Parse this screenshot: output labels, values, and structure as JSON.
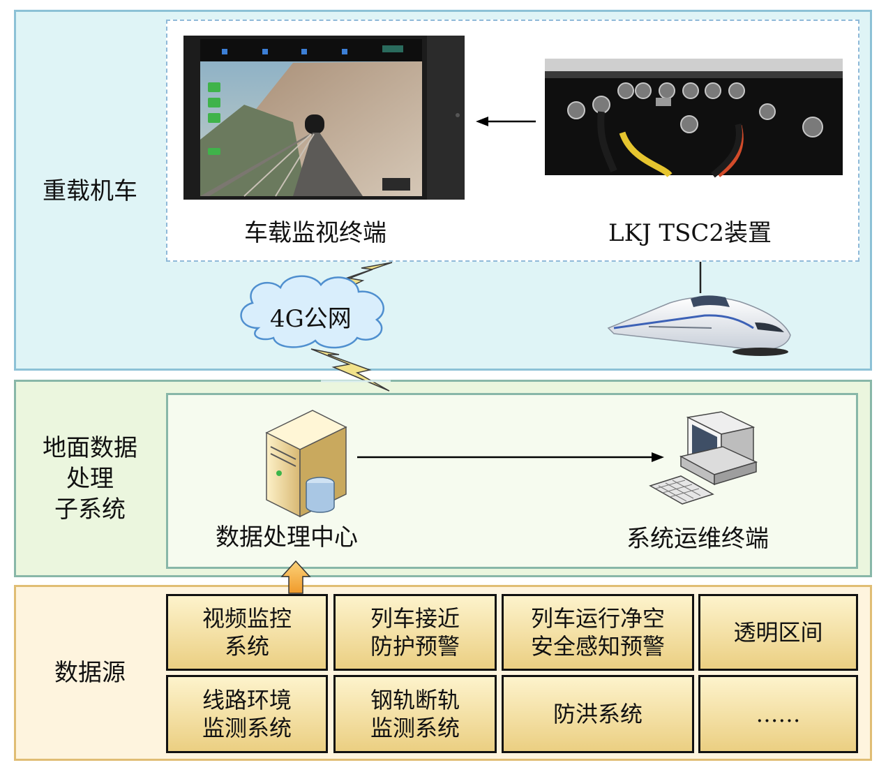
{
  "layers": {
    "locomotive": {
      "label_lines": [
        "重载机车"
      ]
    },
    "ground": {
      "label_lines": [
        "地面数据",
        "处理",
        "子系统"
      ]
    },
    "source": {
      "label_lines": [
        "数据源"
      ]
    }
  },
  "locomotive": {
    "monitor_caption": "车载监视终端",
    "device_caption": "LKJ TSC2装置",
    "network_label": "4G公网"
  },
  "ground": {
    "server_caption": "数据处理中心",
    "terminal_caption": "系统运维终端"
  },
  "data_sources": [
    {
      "lines": [
        "视频监控",
        "系统"
      ]
    },
    {
      "lines": [
        "列车接近",
        "防护预警"
      ]
    },
    {
      "lines": [
        "列车运行净空",
        "安全感知预警"
      ]
    },
    {
      "lines": [
        "透明区间"
      ]
    },
    {
      "lines": [
        "线路环境",
        "监测系统"
      ]
    },
    {
      "lines": [
        "钢轨断轨",
        "监测系统"
      ]
    },
    {
      "lines": [
        "防洪系统"
      ]
    },
    {
      "lines": [
        "……"
      ]
    }
  ],
  "colors": {
    "top_fill": "#dff4f6",
    "mid_fill": "#ebf6de",
    "bottom_fill": "#fef4de",
    "cloud": "#d9eefc",
    "cloud_stroke": "#4f8fcf",
    "lightning": "#f2e28a",
    "up_arrow": "#f2a83b"
  }
}
